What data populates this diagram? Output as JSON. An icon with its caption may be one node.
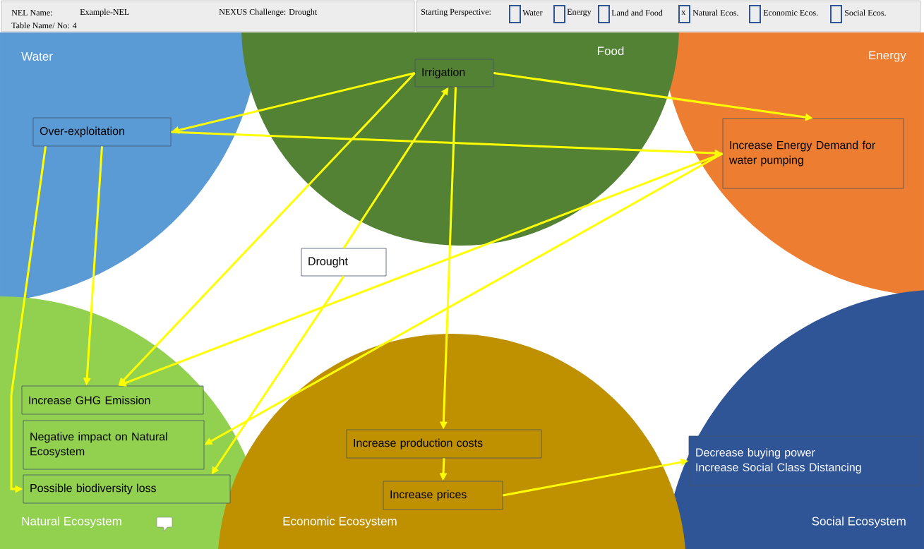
{
  "diagram": {
    "nodes": [
      {
        "text": [
          "Water"
        ]
      },
      {
        "text": [
          "Food"
        ]
      },
      {
        "text": [
          "Energy"
        ]
      },
      {
        "text": [
          "Irrigation"
        ],
        "in": 1
      },
      {
        "text": [
          "Over-exploitation"
        ],
        "in": 0
      },
      {
        "text": [
          "Increase Energy Demand for water pumping"
        ],
        "in": 2
      },
      {
        "text": [
          "Drought"
        ]
      },
      {
        "text": [
          "Natural Ecosystem"
        ]
      },
      {
        "text": [
          "Economic Ecosystem"
        ]
      },
      {
        "text": [
          "Social Ecosystem"
        ]
      },
      {
        "text": [
          "Increase GHG Emission"
        ],
        "in": 7
      },
      {
        "text": [
          "Negative impact on Natural Ecosystem"
        ],
        "in": 7
      },
      {
        "text": [
          "Possible biodiversity loss"
        ],
        "in": 7
      },
      {
        "text": [
          "Increase production costs"
        ],
        "in": 8
      },
      {
        "text": [
          "Increase prices"
        ],
        "in": 8
      },
      {
        "text": [
          "Decrease buying power",
          "Increase Social Class Distancing"
        ],
        "in": 9
      }
    ],
    "edges": [
      {
        "from": 3,
        "to": 4,
        "arrow": "to"
      },
      {
        "from": 3,
        "to": 5,
        "arrow": "to"
      },
      {
        "from": 4,
        "to": 5,
        "arrow": "to"
      },
      {
        "from": 4,
        "to": 10,
        "arrow": "to"
      },
      {
        "from": 4,
        "to": 12,
        "arrow": "to"
      },
      {
        "from": 3,
        "to": 10,
        "arrow": "to"
      },
      {
        "from": 5,
        "to": 10,
        "arrow": "to"
      },
      {
        "from": 5,
        "to": 11,
        "arrow": "to"
      },
      {
        "from": 6,
        "to": 3,
        "arrow": "to"
      },
      {
        "from": 6,
        "to": 12,
        "arrow": "to"
      },
      {
        "from": 3,
        "to": 13,
        "arrow": "to"
      },
      {
        "from": 13,
        "to": 14,
        "arrow": "to"
      },
      {
        "from": 14,
        "to": 15,
        "arrow": "to"
      }
    ],
    "labels": [
      "NEL Name:",
      "Example-NEL",
      "NEXUS Challenge: Drought",
      "Starting Perspective:",
      "Water",
      "Energy",
      "Land and Food",
      "x",
      "Natural Ecos.",
      "Economic Ecos.",
      "Social Ecos.",
      "Table Name/ No:  4"
    ]
  }
}
